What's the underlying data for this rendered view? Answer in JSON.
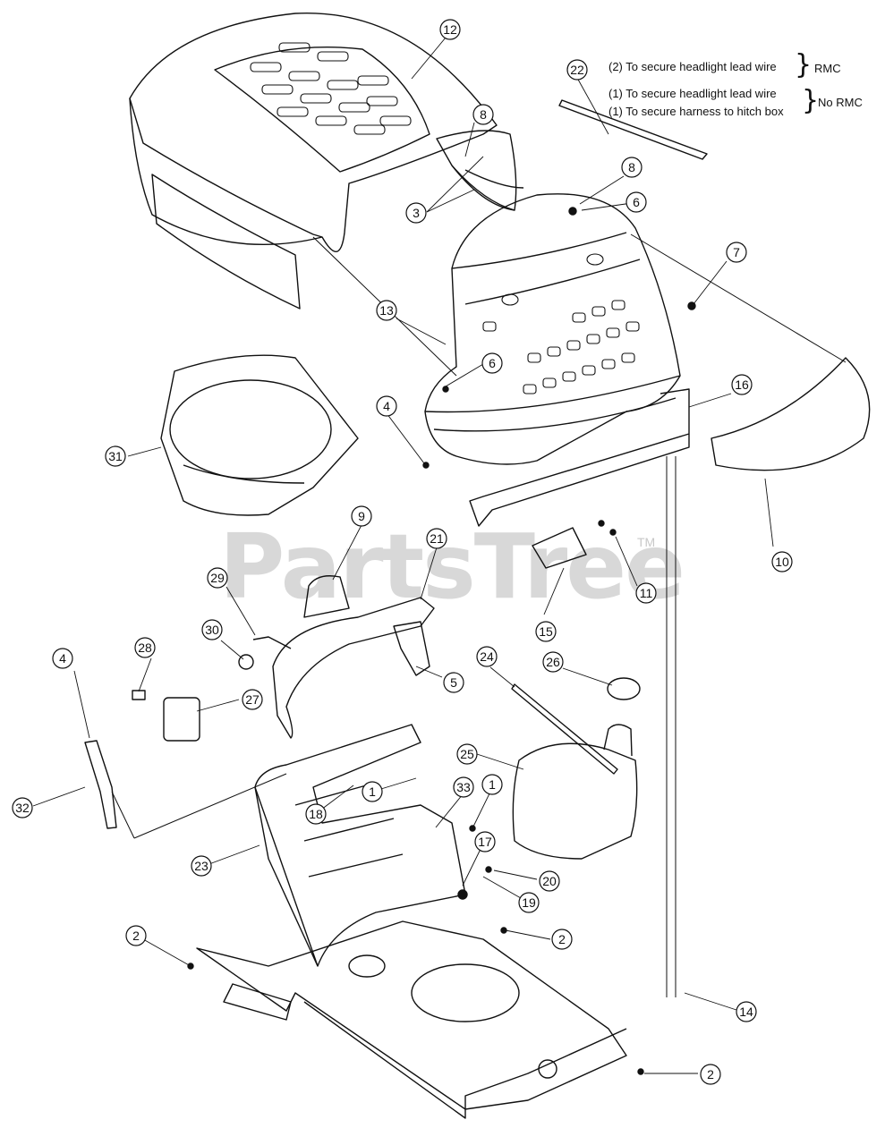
{
  "watermark": {
    "brand": "PartsTree",
    "trademark": "TM"
  },
  "notes": {
    "rmc_line": "(2) To secure headlight lead wire",
    "rmc_tag": "RMC",
    "normc_line1": "(1) To secure headlight lead wire",
    "normc_line2": "(1) To secure harness to hitch box",
    "normc_tag": "No RMC"
  },
  "callouts": [
    {
      "id": "c12",
      "label": "12"
    },
    {
      "id": "c22",
      "label": "22"
    },
    {
      "id": "c8a",
      "label": "8"
    },
    {
      "id": "c8b",
      "label": "8"
    },
    {
      "id": "c6a",
      "label": "6"
    },
    {
      "id": "c3",
      "label": "3"
    },
    {
      "id": "c7",
      "label": "7"
    },
    {
      "id": "c13",
      "label": "13"
    },
    {
      "id": "c6b",
      "label": "6"
    },
    {
      "id": "c4a",
      "label": "4"
    },
    {
      "id": "c16",
      "label": "16"
    },
    {
      "id": "c31",
      "label": "31"
    },
    {
      "id": "c9",
      "label": "9"
    },
    {
      "id": "c21",
      "label": "21"
    },
    {
      "id": "c10",
      "label": "10"
    },
    {
      "id": "c11",
      "label": "11"
    },
    {
      "id": "c29",
      "label": "29"
    },
    {
      "id": "c15",
      "label": "15"
    },
    {
      "id": "c30",
      "label": "30"
    },
    {
      "id": "c28",
      "label": "28"
    },
    {
      "id": "c24",
      "label": "24"
    },
    {
      "id": "c26",
      "label": "26"
    },
    {
      "id": "c4b",
      "label": "4"
    },
    {
      "id": "c5",
      "label": "5"
    },
    {
      "id": "c27",
      "label": "27"
    },
    {
      "id": "c25",
      "label": "25"
    },
    {
      "id": "c1a",
      "label": "1"
    },
    {
      "id": "c1b",
      "label": "1"
    },
    {
      "id": "c32",
      "label": "32"
    },
    {
      "id": "c18",
      "label": "18"
    },
    {
      "id": "c33",
      "label": "33"
    },
    {
      "id": "c17",
      "label": "17"
    },
    {
      "id": "c20",
      "label": "20"
    },
    {
      "id": "c23",
      "label": "23"
    },
    {
      "id": "c19",
      "label": "19"
    },
    {
      "id": "c2a",
      "label": "2"
    },
    {
      "id": "c2b",
      "label": "2"
    },
    {
      "id": "c14",
      "label": "14"
    },
    {
      "id": "c2c",
      "label": "2"
    }
  ]
}
